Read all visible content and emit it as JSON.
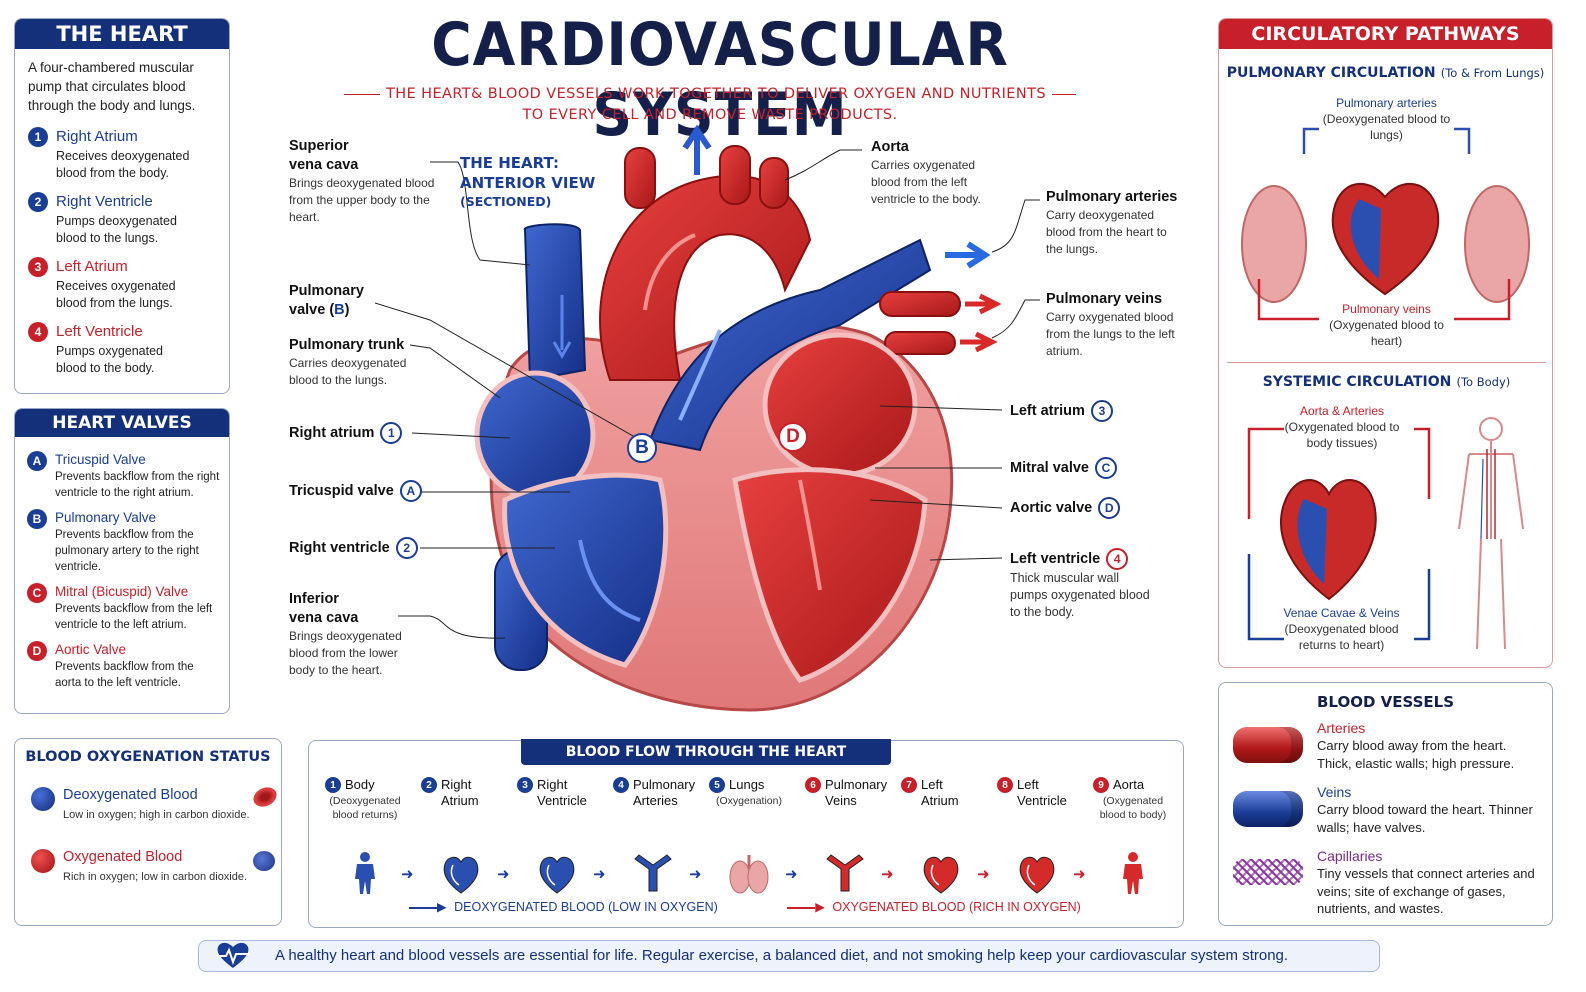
{
  "title": "CARDIOVASCULAR SYSTEM",
  "subtitle_line1": "THE HEART& BLOOD VESSELS WORK TOGETHER TO DELIVER OXYGEN AND NUTRIENTS",
  "subtitle_line2": "TO EVERY CELL AND REMOVE WASTE PRODUCTS.",
  "colors": {
    "navy": "#14307a",
    "red": "#c8202a",
    "blue_blood": "#2a4fb0",
    "red_blood": "#d42a2a"
  },
  "heart_panel": {
    "title": "THE HEART",
    "intro": "A four-chambered muscular pump that circulates blood through the body and lungs.",
    "chambers": [
      {
        "num": "1",
        "name": "Right Atrium",
        "desc": "Receives deoxygenated blood from the body.",
        "color": "blue"
      },
      {
        "num": "2",
        "name": "Right Ventricle",
        "desc": "Pumps deoxygenated blood to the lungs.",
        "color": "blue"
      },
      {
        "num": "3",
        "name": "Left Atrium",
        "desc": "Receives oxygenated blood from the lungs.",
        "color": "red"
      },
      {
        "num": "4",
        "name": "Left Ventricle",
        "desc": "Pumps oxygenated blood to the body.",
        "color": "red"
      }
    ]
  },
  "valves_panel": {
    "title": "HEART VALVES",
    "valves": [
      {
        "letter": "A",
        "name": "Tricuspid Valve",
        "desc": "Prevents backflow from the right ventricle to the right atrium.",
        "color": "blue"
      },
      {
        "letter": "B",
        "name": "Pulmonary Valve",
        "desc": "Prevents backflow from the pulmonary artery to the right ventricle.",
        "color": "blue"
      },
      {
        "letter": "C",
        "name": "Mitral (Bicuspid) Valve",
        "desc": "Prevents backflow from the left ventricle to the left atrium.",
        "color": "red"
      },
      {
        "letter": "D",
        "name": "Aortic Valve",
        "desc": "Prevents backflow from the aorta to the left ventricle.",
        "color": "red"
      }
    ]
  },
  "oxygenation": {
    "title": "BLOOD OXYGENATION STATUS",
    "deoxy_name": "Deoxygenated Blood",
    "deoxy_desc": "Low in oxygen; high in carbon dioxide.",
    "oxy_name": "Oxygenated Blood",
    "oxy_desc": "Rich in oxygen; low in carbon dioxide."
  },
  "diagram": {
    "view_title_1": "THE HEART:",
    "view_title_2": "ANTERIOR VIEW",
    "view_title_3": "(SECTIONED)",
    "marker_b": "B",
    "marker_d": "D",
    "labels": {
      "svc_name": "Superior vena cava",
      "svc_desc": "Brings deoxygenated blood from the upper body to the heart.",
      "pv_name": "Pulmonary valve",
      "pv_letter": "B",
      "pt_name": "Pulmonary trunk",
      "pt_desc": "Carries deoxygenated blood to the lungs.",
      "ra_name": "Right atrium",
      "ra_num": "1",
      "tv_name": "Tricuspid valve",
      "tv_letter": "A",
      "rv_name": "Right ventricle",
      "rv_num": "2",
      "ivc_name": "Inferior vena cava",
      "ivc_desc": "Brings deoxygenated blood from the lower body to the heart.",
      "aorta_name": "Aorta",
      "aorta_desc": "Carries oxygenated blood from the left ventricle to the body.",
      "pa_name": "Pulmonary arteries",
      "pa_desc": "Carry deoxygenated blood from the heart to the lungs.",
      "pvn_name": "Pulmonary veins",
      "pvn_desc": "Carry oxygenated blood from the lungs to the left atrium.",
      "la_name": "Left atrium",
      "la_num": "3",
      "mv_name": "Mitral valve",
      "mv_letter": "C",
      "av_name": "Aortic valve",
      "av_letter": "D",
      "lv_name": "Left ventricle",
      "lv_num": "4",
      "lv_desc": "Thick muscular wall pumps oxygenated blood to the body."
    }
  },
  "pathways": {
    "title": "CIRCULATORY PATHWAYS",
    "pulmonary_title": "PULMONARY CIRCULATION",
    "pulmonary_sub": "(To & From Lungs)",
    "pulm_arteries": "Pulmonary arteries",
    "pulm_arteries_desc": "(Deoxygenated blood to lungs)",
    "pulm_veins": "Pulmonary veins",
    "pulm_veins_desc": "(Oxygenated blood to heart)",
    "systemic_title": "SYSTEMIC CIRCULATION",
    "systemic_sub": "(To Body)",
    "aorta_arteries": "Aorta & Arteries",
    "aorta_arteries_desc": "(Oxygenated blood to body tissues)",
    "venae": "Venae Cavae & Veins",
    "venae_desc": "(Deoxygenated blood returns to heart)"
  },
  "vessels": {
    "title": "BLOOD VESSELS",
    "items": [
      {
        "name": "Arteries",
        "desc": "Carry blood away from the heart. Thick, elastic walls; high pressure.",
        "color": "#c8202a"
      },
      {
        "name": "Veins",
        "desc": "Carry blood toward the heart. Thinner walls; have valves.",
        "color": "#1a3d96"
      },
      {
        "name": "Capillaries",
        "desc": "Tiny vessels that connect arteries and veins; site of exchange of gases, nutrients, and wastes.",
        "color": "#7a2a8a"
      }
    ]
  },
  "flow": {
    "title": "BLOOD FLOW THROUGH THE HEART",
    "steps": [
      {
        "num": "1",
        "name": "Body",
        "sub": "(Deoxygenated blood returns)",
        "color": "blue"
      },
      {
        "num": "2",
        "name": "Right Atrium",
        "sub": "",
        "color": "blue"
      },
      {
        "num": "3",
        "name": "Right Ventricle",
        "sub": "",
        "color": "blue"
      },
      {
        "num": "4",
        "name": "Pulmonary Arteries",
        "sub": "",
        "color": "blue"
      },
      {
        "num": "5",
        "name": "Lungs",
        "sub": "(Oxygenation)",
        "color": "blue"
      },
      {
        "num": "6",
        "name": "Pulmonary Veins",
        "sub": "",
        "color": "red"
      },
      {
        "num": "7",
        "name": "Left Atrium",
        "sub": "",
        "color": "red"
      },
      {
        "num": "8",
        "name": "Left Ventricle",
        "sub": "",
        "color": "red"
      },
      {
        "num": "9",
        "name": "Aorta",
        "sub": "(Oxygenated blood to body)",
        "color": "red"
      }
    ],
    "legend_deoxy": "DEOXYGENATED BLOOD (LOW IN OXYGEN)",
    "legend_oxy": "OXYGENATED BLOOD (RICH IN OXYGEN)"
  },
  "footer": "A healthy heart and blood vessels are essential for life. Regular exercise, a balanced diet, and not smoking help keep your cardiovascular system strong."
}
